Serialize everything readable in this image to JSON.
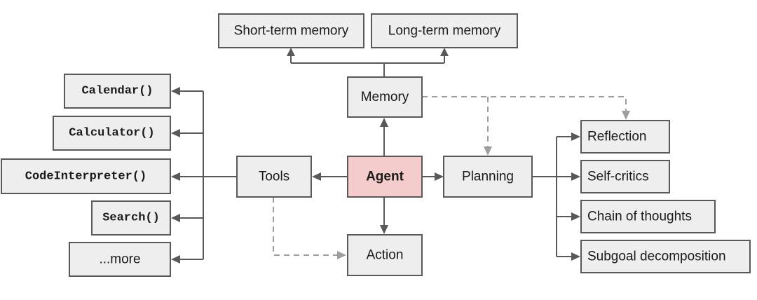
{
  "diagram": {
    "nodes": {
      "short_term_memory": "Short-term memory",
      "long_term_memory": "Long-term memory",
      "memory": "Memory",
      "agent": "Agent",
      "tools": "Tools",
      "planning": "Planning",
      "action": "Action",
      "calendar": "Calendar()",
      "calculator": "Calculator()",
      "code_interpreter": "CodeInterpreter()",
      "search": "Search()",
      "more": "...more",
      "reflection": "Reflection",
      "self_critics": "Self-critics",
      "chain_of_thoughts": "Chain of thoughts",
      "subgoal_decomposition": "Subgoal decomposition"
    },
    "colors": {
      "box_fill": "#eeeeee",
      "agent_fill": "#f4cccc",
      "stroke": "#595959",
      "dashed_stroke": "#9e9e9e"
    }
  }
}
